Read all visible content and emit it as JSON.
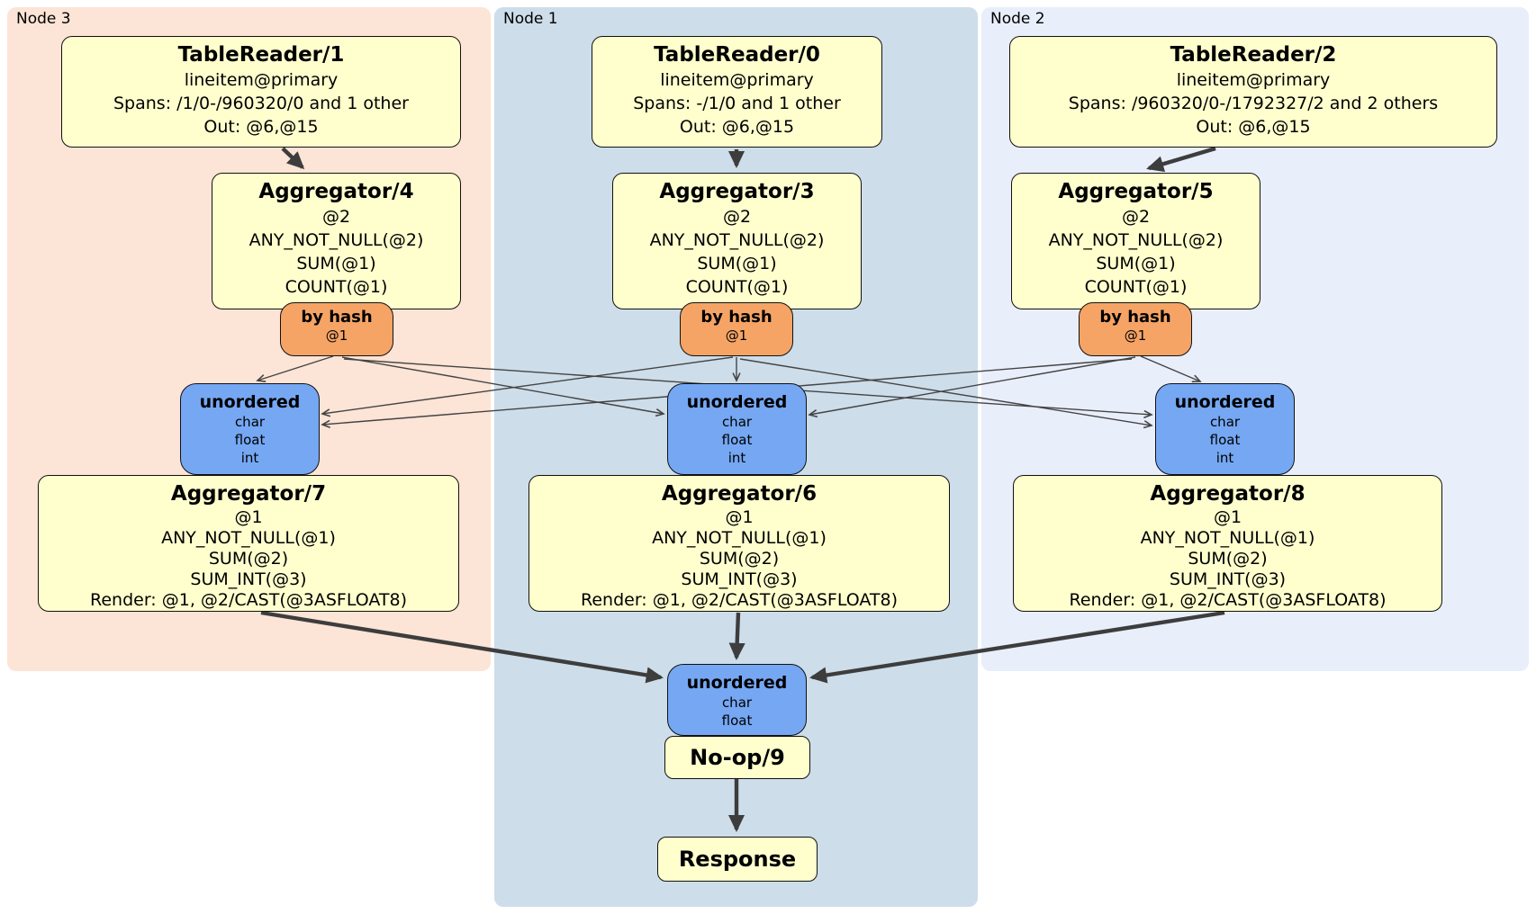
{
  "regions": [
    {
      "id": "node3",
      "label": "Node 3"
    },
    {
      "id": "node1",
      "label": "Node 1"
    },
    {
      "id": "node2",
      "label": "Node 2"
    }
  ],
  "processors": {
    "tablereader1": {
      "title": "TableReader/1",
      "lines": [
        "lineitem@primary",
        "Spans: /1/0-/960320/0 and 1 other",
        "Out: @6,@15"
      ]
    },
    "tablereader0": {
      "title": "TableReader/0",
      "lines": [
        "lineitem@primary",
        "Spans: -/1/0 and 1 other",
        "Out: @6,@15"
      ]
    },
    "tablereader2": {
      "title": "TableReader/2",
      "lines": [
        "lineitem@primary",
        "Spans: /960320/0-/1792327/2 and 2 others",
        "Out: @6,@15"
      ]
    },
    "aggregator4": {
      "title": "Aggregator/4",
      "lines": [
        "@2",
        "ANY_NOT_NULL(@2)",
        "SUM(@1)",
        "COUNT(@1)"
      ]
    },
    "aggregator3": {
      "title": "Aggregator/3",
      "lines": [
        "@2",
        "ANY_NOT_NULL(@2)",
        "SUM(@1)",
        "COUNT(@1)"
      ]
    },
    "aggregator5": {
      "title": "Aggregator/5",
      "lines": [
        "@2",
        "ANY_NOT_NULL(@2)",
        "SUM(@1)",
        "COUNT(@1)"
      ]
    },
    "aggregator7": {
      "title": "Aggregator/7",
      "lines": [
        "@1",
        "ANY_NOT_NULL(@1)",
        "SUM(@2)",
        "SUM_INT(@3)",
        "Render: @1, @2/CAST(@3ASFLOAT8)"
      ]
    },
    "aggregator6": {
      "title": "Aggregator/6",
      "lines": [
        "@1",
        "ANY_NOT_NULL(@1)",
        "SUM(@2)",
        "SUM_INT(@3)",
        "Render: @1, @2/CAST(@3ASFLOAT8)"
      ]
    },
    "aggregator8": {
      "title": "Aggregator/8",
      "lines": [
        "@1",
        "ANY_NOT_NULL(@1)",
        "SUM(@2)",
        "SUM_INT(@3)",
        "Render: @1, @2/CAST(@3ASFLOAT8)"
      ]
    },
    "noop": {
      "title": "No-op/9"
    },
    "response": {
      "title": "Response"
    }
  },
  "router": {
    "title": "by hash",
    "key": "@1"
  },
  "synchronizers": {
    "stage1": {
      "title": "unordered",
      "types": [
        "char",
        "float",
        "int"
      ]
    },
    "final": {
      "title": "unordered",
      "types": [
        "char",
        "float"
      ]
    }
  },
  "colors": {
    "node3_region": "#fce4d6",
    "node1_region": "#cdddea",
    "node2_region": "#e9eefb",
    "processor_fill": "#ffffce",
    "router_fill": "#f5a466",
    "synchronizer_fill": "#75a7f3",
    "edge": "#3d3d3d"
  }
}
